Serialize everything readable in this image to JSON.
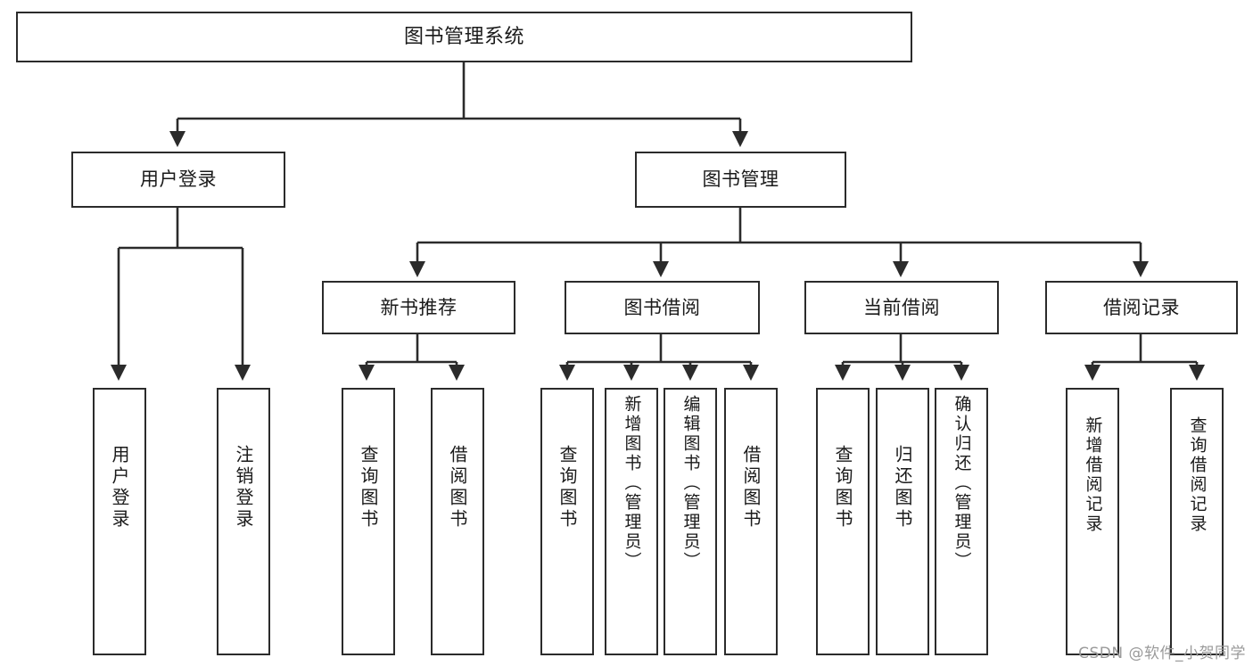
{
  "diagram": {
    "title": "图书管理系统",
    "watermark": "CSDN @软件_小贺同学",
    "colors": {
      "stroke": "#2b2b2b",
      "fill": "#ffffff",
      "text": "#1a1a1a",
      "watermark": "#9a9a9a"
    },
    "levels": {
      "root": "图书管理系统",
      "level2": [
        "用户登录",
        "图书管理"
      ],
      "level3": [
        "新书推荐",
        "图书借阅",
        "当前借阅",
        "借阅记录"
      ]
    },
    "nodes": {
      "root": {
        "label": "图书管理系统"
      },
      "user_login": {
        "label": "用户登录"
      },
      "book_manage": {
        "label": "图书管理"
      },
      "new_book_rec": {
        "label": "新书推荐"
      },
      "book_borrow": {
        "label": "图书借阅"
      },
      "current_borrow": {
        "label": "当前借阅"
      },
      "borrow_record": {
        "label": "借阅记录"
      },
      "leaf_user_login": {
        "label": "用户登录"
      },
      "leaf_logout": {
        "label": "注销登录"
      },
      "leaf_query_book_1": {
        "label": "查询图书"
      },
      "leaf_borrow_book_1": {
        "label": "借阅图书"
      },
      "leaf_query_book_2": {
        "label": "查询图书"
      },
      "leaf_add_book": {
        "label": "新增图书（管理员）"
      },
      "leaf_edit_book": {
        "label": "编辑图书（管理员）"
      },
      "leaf_borrow_book_2": {
        "label": "借阅图书"
      },
      "leaf_query_book_3": {
        "label": "查询图书"
      },
      "leaf_return_book": {
        "label": "归还图书"
      },
      "leaf_confirm_return": {
        "label": "确认归还（管理员）"
      },
      "leaf_add_record": {
        "label": "新增借阅记录"
      },
      "leaf_query_record": {
        "label": "查询借阅记录"
      }
    }
  }
}
